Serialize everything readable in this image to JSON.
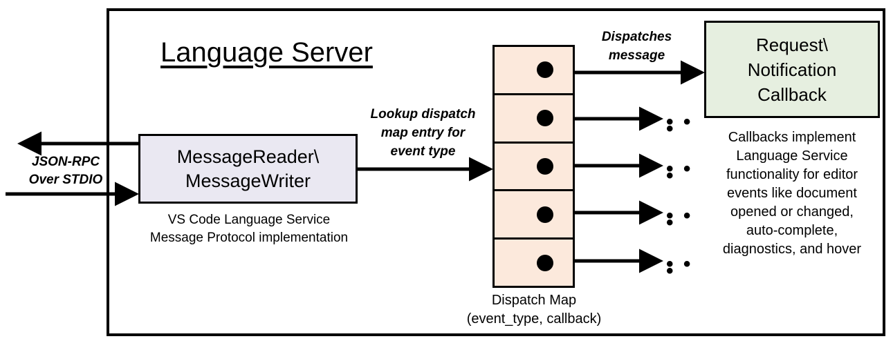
{
  "diagram": {
    "title": "Language Server",
    "boundary_name": "language-server-boundary"
  },
  "external_io": {
    "label_line1": "JSON-RPC",
    "label_line2": "Over STDIO",
    "outbound_arrow": "arrow-out-left",
    "inbound_arrow": "arrow-in-right"
  },
  "message_io": {
    "title_line1": "MessageReader\\",
    "title_line2": "MessageWriter",
    "caption_line1": "VS Code Language Service",
    "caption_line2": "Message Protocol implementation",
    "fill": "#eae8f2"
  },
  "lookup": {
    "line1": "Lookup dispatch",
    "line2": "map entry for",
    "line3": "event type"
  },
  "dispatch_map": {
    "caption_line1": "Dispatch Map",
    "caption_line2": "(event_type, callback)",
    "fill": "#fce9dc",
    "row_count": 5,
    "rows": [
      {
        "name": "dispatch-row-1",
        "dot": "entry-dot",
        "outflow": "to-callback-box"
      },
      {
        "name": "dispatch-row-2",
        "dot": "entry-dot",
        "outflow": "ellipsis"
      },
      {
        "name": "dispatch-row-3",
        "dot": "entry-dot",
        "outflow": "ellipsis"
      },
      {
        "name": "dispatch-row-4",
        "dot": "entry-dot",
        "outflow": "ellipsis"
      },
      {
        "name": "dispatch-row-5",
        "dot": "entry-dot",
        "outflow": "ellipsis"
      }
    ]
  },
  "dispatches": {
    "line1": "Dispatches",
    "line2": "message"
  },
  "callback": {
    "title_line1": "Request\\",
    "title_line2": "Notification",
    "title_line3": "Callback",
    "fill": "#e6efe0",
    "caption_line1": "Callbacks implement",
    "caption_line2": "Language Service",
    "caption_line3": "functionality for editor",
    "caption_line4": "events like document",
    "caption_line5": "opened or changed,",
    "caption_line6": "auto-complete,",
    "caption_line7": "diagnostics, and hover"
  },
  "ellipses": {
    "glyph": "• • •"
  },
  "colors": {
    "stroke": "#000000",
    "background": "#ffffff",
    "lavender": "#eae8f2",
    "peach": "#fce9dc",
    "green": "#e6efe0"
  }
}
